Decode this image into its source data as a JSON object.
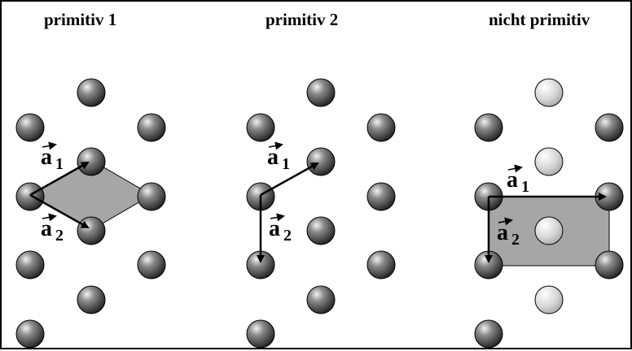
{
  "panels": [
    {
      "title": "primitiv 1"
    },
    {
      "title": "primitiv 2"
    },
    {
      "title": "nicht primitiv"
    }
  ],
  "vector_labels": {
    "a1": {
      "base": "a",
      "subscript": "1"
    },
    "a2": {
      "base": "a",
      "subscript": "2"
    }
  },
  "colors": {
    "atom_dark": "#3a3a3a",
    "atom_light": "#d4d4d4",
    "cell_fill": "#a6a6a6",
    "line": "#000000"
  }
}
